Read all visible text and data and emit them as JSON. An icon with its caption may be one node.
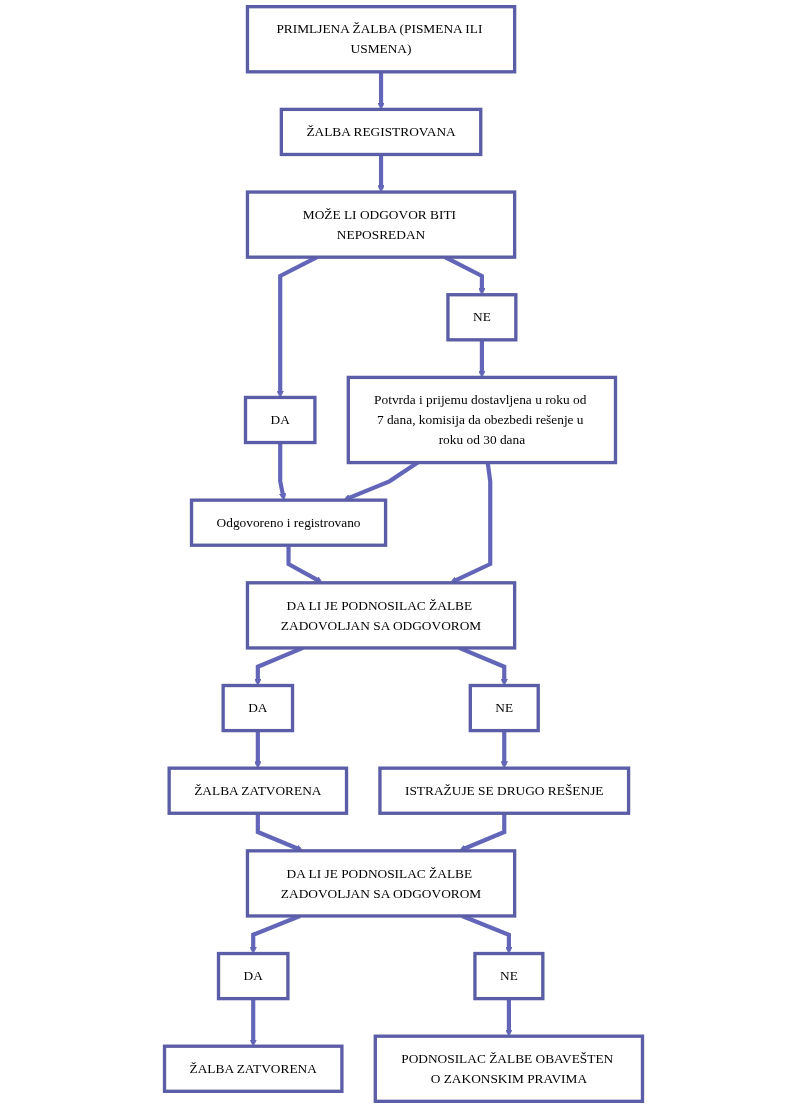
{
  "diagram": {
    "nodes": [
      {
        "text": [
          "PRIMLJENA ŽALBA (PISMENA ILI USMENA)"
        ]
      },
      {
        "text": [
          "ŽALBA REGISTROVANA"
        ]
      },
      {
        "text": [
          "MOŽE LI ODGOVOR BITI NEPOSREDAN"
        ]
      },
      {
        "text": [
          "DA"
        ]
      },
      {
        "text": [
          "NE"
        ]
      },
      {
        "text": [
          "Odgovoreno i registrovano"
        ]
      },
      {
        "text": [
          "Potvrda i prijemu dostavljena u roku od 7 dana, komisija da obezbedi rešenje u roku od 30 dana"
        ]
      },
      {
        "text": [
          "DA LI JE PODNOSILAC ŽALBE ZADOVOLJAN SA ODGOVOROM"
        ]
      },
      {
        "text": [
          "DA"
        ]
      },
      {
        "text": [
          "NE"
        ]
      },
      {
        "text": [
          "ŽALBA ZATVORENA"
        ]
      },
      {
        "text": [
          "ISTRAŽUJE SE DRUGO REŠENJE"
        ]
      },
      {
        "text": [
          "DA LI JE PODNOSILAC ŽALBE ZADOVOLJAN SA ODGOVOROM"
        ]
      },
      {
        "text": [
          "DA"
        ]
      },
      {
        "text": [
          "NE"
        ]
      },
      {
        "text": [
          "ŽALBA ZATVORENA"
        ]
      },
      {
        "text": [
          "PODNOSILAC ŽALBE OBAVEŠTEN O ZAKONSKIM PRAVIMA"
        ]
      }
    ],
    "edges": [
      {
        "from": 0,
        "to": 1,
        "arrow": "to"
      },
      {
        "from": 1,
        "to": 2,
        "arrow": "to"
      },
      {
        "from": 2,
        "to": 3,
        "arrow": "to"
      },
      {
        "from": 2,
        "to": 4,
        "arrow": "to"
      },
      {
        "from": 3,
        "to": 5,
        "arrow": "to"
      },
      {
        "from": 4,
        "to": 6,
        "arrow": "to"
      },
      {
        "from": 6,
        "to": 5,
        "arrow": "to"
      },
      {
        "from": 5,
        "to": 7,
        "arrow": "to"
      },
      {
        "from": 6,
        "to": 7,
        "arrow": "to"
      },
      {
        "from": 7,
        "to": 8,
        "arrow": "to"
      },
      {
        "from": 7,
        "to": 9,
        "arrow": "to"
      },
      {
        "from": 8,
        "to": 10,
        "arrow": "to"
      },
      {
        "from": 9,
        "to": 11,
        "arrow": "to"
      },
      {
        "from": 10,
        "to": 12,
        "arrow": "to"
      },
      {
        "from": 11,
        "to": 12,
        "arrow": "to"
      },
      {
        "from": 12,
        "to": 13,
        "arrow": "to"
      },
      {
        "from": 12,
        "to": 14,
        "arrow": "to"
      },
      {
        "from": 13,
        "to": 15,
        "arrow": "to"
      },
      {
        "from": 14,
        "to": 16,
        "arrow": "to"
      }
    ]
  }
}
